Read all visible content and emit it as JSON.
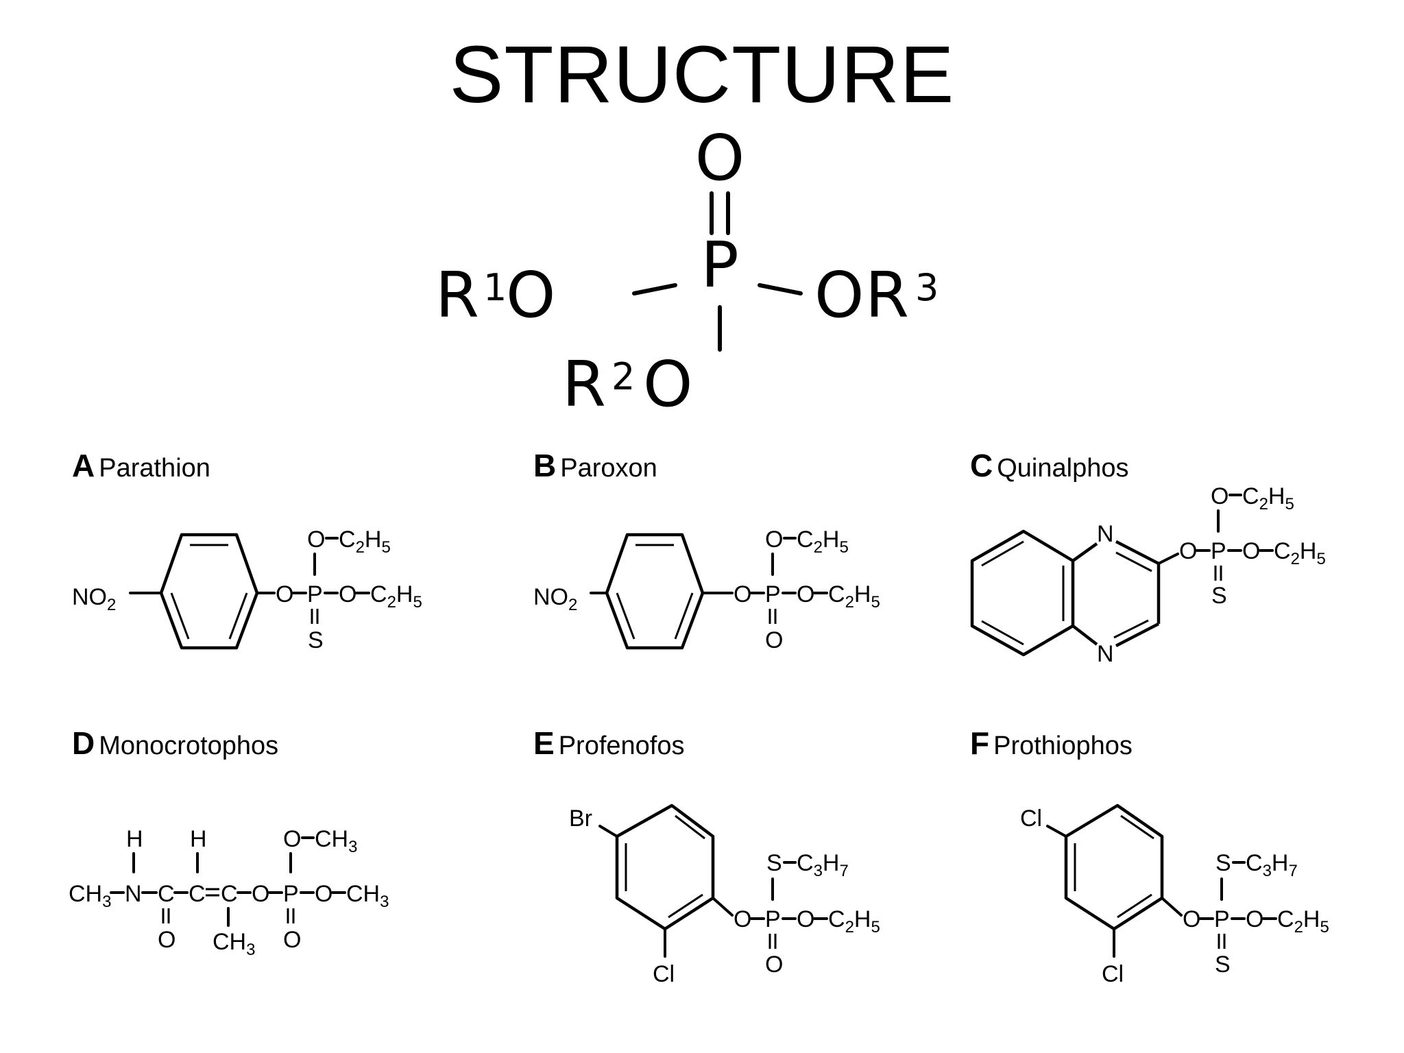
{
  "title": "STRUCTURE",
  "general_structure": {
    "phosphorus": "P",
    "oxo": "O",
    "r1": "R",
    "r1_sup": "1",
    "r1_o": "O",
    "r2": "R",
    "r2_sup": "2",
    "r2_o": "O",
    "r3_o": "O",
    "r3": "R",
    "r3_sup": "3"
  },
  "compounds": [
    {
      "letter": "A",
      "name": "Parathion"
    },
    {
      "letter": "B",
      "name": "Paroxon"
    },
    {
      "letter": "C",
      "name": "Quinalphos"
    },
    {
      "letter": "D",
      "name": "Monocrotophos"
    },
    {
      "letter": "E",
      "name": "Profenofos"
    },
    {
      "letter": "F",
      "name": "Prothiophos"
    }
  ],
  "atoms": {
    "O": "O",
    "P": "P",
    "S": "S",
    "N": "N",
    "C": "C",
    "H": "H",
    "Br": "Br",
    "Cl": "Cl",
    "NO": "NO",
    "CH": "CH",
    "two": "2",
    "three": "3",
    "five": "5",
    "seven": "7",
    "dash": "–",
    "eq": "="
  }
}
